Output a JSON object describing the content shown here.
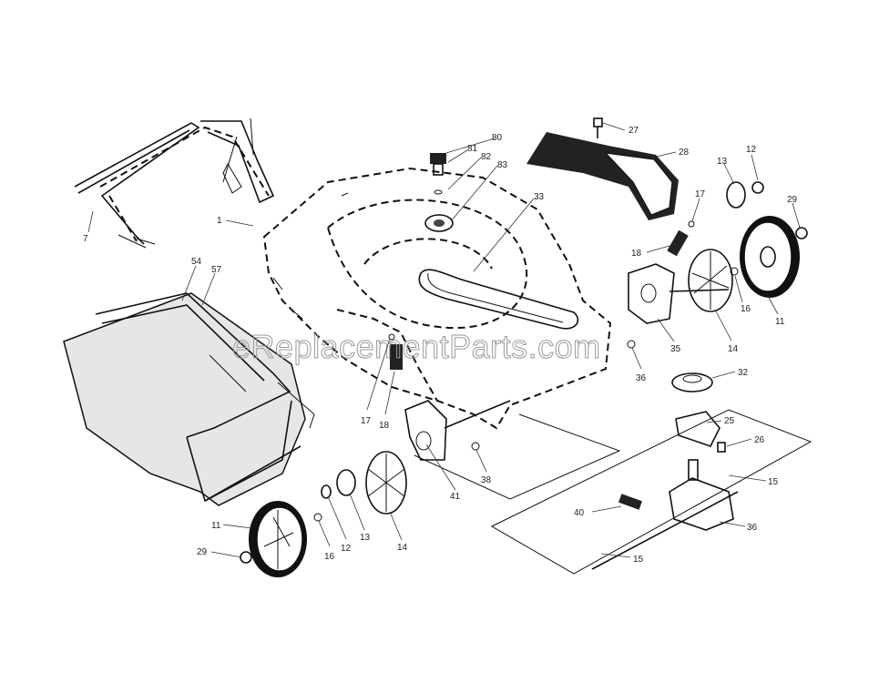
{
  "diagram": {
    "watermark": "eReplacementParts.com",
    "callouts": [
      {
        "id": "c1",
        "text": "1"
      },
      {
        "id": "c7",
        "text": "7"
      },
      {
        "id": "c54",
        "text": "54"
      },
      {
        "id": "c57",
        "text": "57"
      },
      {
        "id": "c80",
        "text": "80"
      },
      {
        "id": "c81",
        "text": "81"
      },
      {
        "id": "c82",
        "text": "82"
      },
      {
        "id": "c83",
        "text": "83"
      },
      {
        "id": "c33",
        "text": "33"
      },
      {
        "id": "c27",
        "text": "27"
      },
      {
        "id": "c28",
        "text": "28"
      },
      {
        "id": "c13a",
        "text": "13"
      },
      {
        "id": "c12a",
        "text": "12"
      },
      {
        "id": "c29a",
        "text": "29"
      },
      {
        "id": "c17a",
        "text": "17"
      },
      {
        "id": "c18a",
        "text": "18"
      },
      {
        "id": "c16a",
        "text": "16"
      },
      {
        "id": "c11a",
        "text": "11"
      },
      {
        "id": "c35",
        "text": "35"
      },
      {
        "id": "c14a",
        "text": "14"
      },
      {
        "id": "c36a",
        "text": "36"
      },
      {
        "id": "c32",
        "text": "32"
      },
      {
        "id": "c25",
        "text": "25"
      },
      {
        "id": "c26",
        "text": "26"
      },
      {
        "id": "c15a",
        "text": "15"
      },
      {
        "id": "c36b",
        "text": "36"
      },
      {
        "id": "c40",
        "text": "40"
      },
      {
        "id": "c15b",
        "text": "15"
      },
      {
        "id": "c17b",
        "text": "17"
      },
      {
        "id": "c18b",
        "text": "18"
      },
      {
        "id": "c41",
        "text": "41"
      },
      {
        "id": "c38",
        "text": "38"
      },
      {
        "id": "c11b",
        "text": "11"
      },
      {
        "id": "c29b",
        "text": "29"
      },
      {
        "id": "c16b",
        "text": "16"
      },
      {
        "id": "c12b",
        "text": "12"
      },
      {
        "id": "c13b",
        "text": "13"
      },
      {
        "id": "c14b",
        "text": "14"
      }
    ]
  }
}
